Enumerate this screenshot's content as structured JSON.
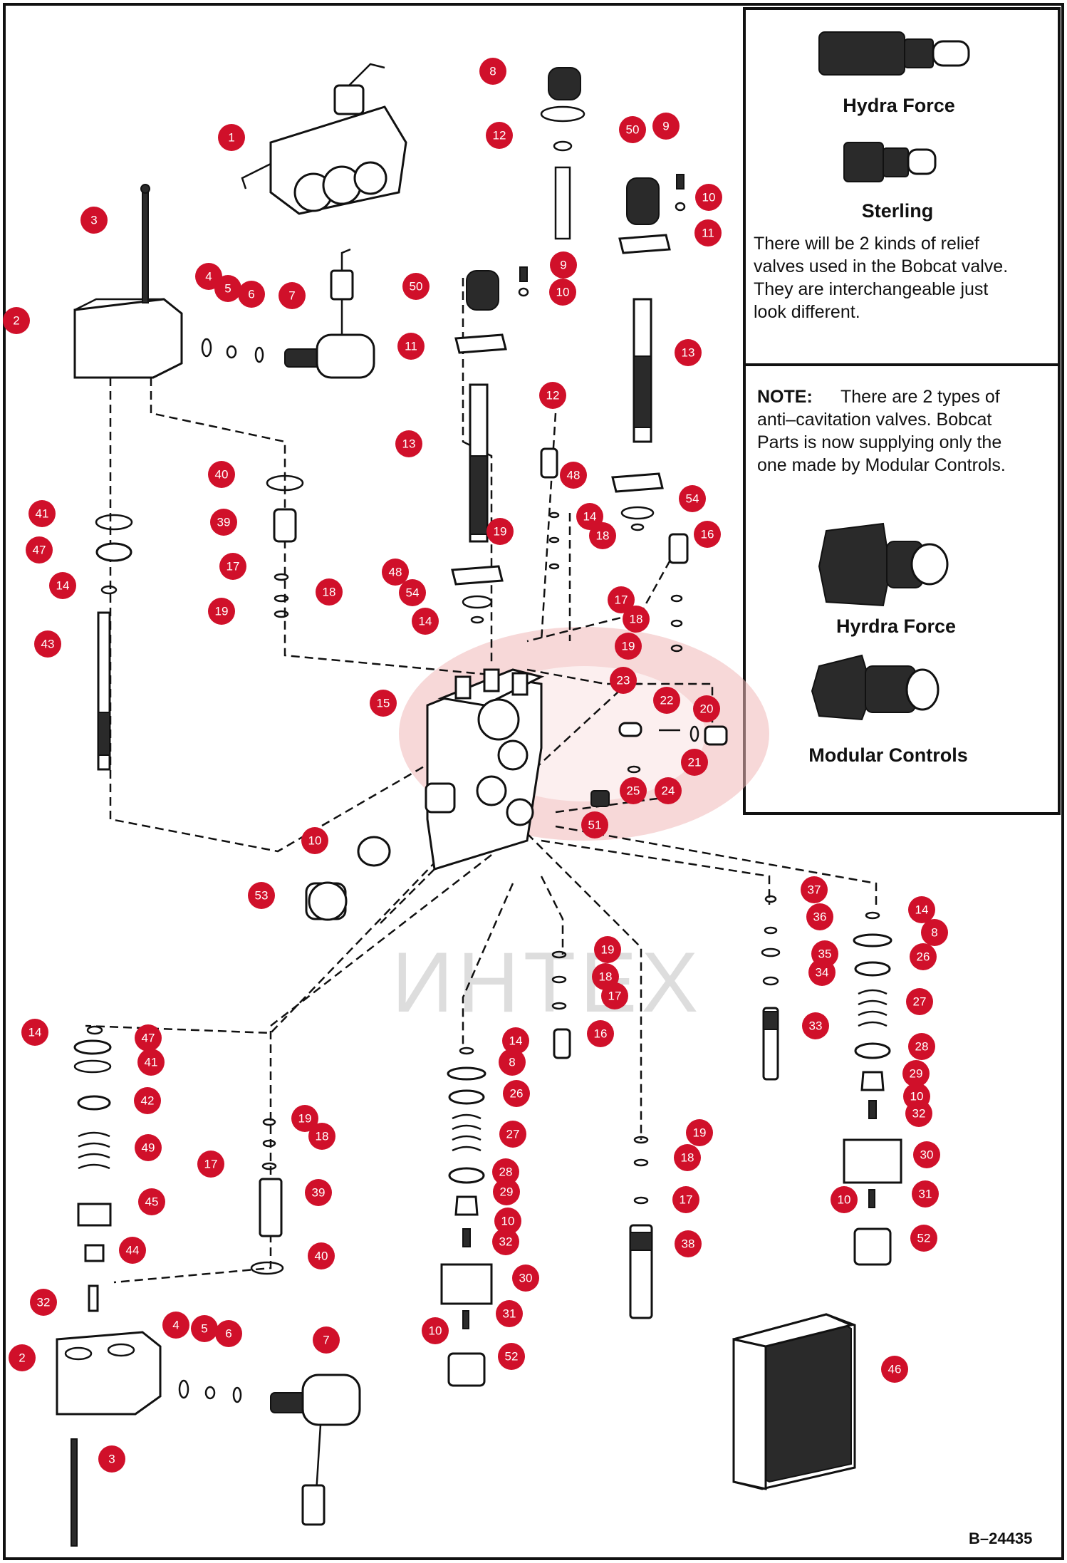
{
  "diagram": {
    "reference_number": "B–24435",
    "watermark_text": "ИНТЕХ"
  },
  "relief_panel": {
    "label_hydra_force": "Hydra Force",
    "label_sterling": "Sterling",
    "text": [
      "There will be 2 kinds of relief",
      "valves used in the Bobcat valve.",
      "They are interchangeable just",
      "look different."
    ]
  },
  "anticavitation_panel": {
    "note_label": "NOTE:",
    "text_first": "There are 2 types of",
    "text": [
      "anti–cavitation valves. Bobcat",
      "Parts is now supplying only the",
      "one made by Modular Controls."
    ],
    "label_hydra_force": "Hyrdra Force",
    "label_modular": "Modular Controls"
  },
  "callouts": [
    {
      "n": "1"
    },
    {
      "n": "3"
    },
    {
      "n": "2"
    },
    {
      "n": "4"
    },
    {
      "n": "5"
    },
    {
      "n": "6"
    },
    {
      "n": "7"
    },
    {
      "n": "8"
    },
    {
      "n": "12"
    },
    {
      "n": "50"
    },
    {
      "n": "9"
    },
    {
      "n": "10"
    },
    {
      "n": "11"
    },
    {
      "n": "50"
    },
    {
      "n": "9"
    },
    {
      "n": "10"
    },
    {
      "n": "11"
    },
    {
      "n": "13"
    },
    {
      "n": "13"
    },
    {
      "n": "12"
    },
    {
      "n": "48"
    },
    {
      "n": "54"
    },
    {
      "n": "16"
    },
    {
      "n": "14"
    },
    {
      "n": "18"
    },
    {
      "n": "19"
    },
    {
      "n": "40"
    },
    {
      "n": "39"
    },
    {
      "n": "17"
    },
    {
      "n": "18"
    },
    {
      "n": "19"
    },
    {
      "n": "41"
    },
    {
      "n": "47"
    },
    {
      "n": "14"
    },
    {
      "n": "43"
    },
    {
      "n": "48"
    },
    {
      "n": "54"
    },
    {
      "n": "14"
    },
    {
      "n": "17"
    },
    {
      "n": "18"
    },
    {
      "n": "19"
    },
    {
      "n": "23"
    },
    {
      "n": "15"
    },
    {
      "n": "22"
    },
    {
      "n": "20"
    },
    {
      "n": "21"
    },
    {
      "n": "25"
    },
    {
      "n": "24"
    },
    {
      "n": "51"
    },
    {
      "n": "10"
    },
    {
      "n": "53"
    },
    {
      "n": "37"
    },
    {
      "n": "36"
    },
    {
      "n": "35"
    },
    {
      "n": "34"
    },
    {
      "n": "33"
    },
    {
      "n": "14"
    },
    {
      "n": "8"
    },
    {
      "n": "26"
    },
    {
      "n": "27"
    },
    {
      "n": "28"
    },
    {
      "n": "29"
    },
    {
      "n": "10"
    },
    {
      "n": "32"
    },
    {
      "n": "30"
    },
    {
      "n": "31"
    },
    {
      "n": "10"
    },
    {
      "n": "52"
    },
    {
      "n": "19"
    },
    {
      "n": "18"
    },
    {
      "n": "17"
    },
    {
      "n": "16"
    },
    {
      "n": "14"
    },
    {
      "n": "8"
    },
    {
      "n": "26"
    },
    {
      "n": "27"
    },
    {
      "n": "28"
    },
    {
      "n": "29"
    },
    {
      "n": "10"
    },
    {
      "n": "32"
    },
    {
      "n": "30"
    },
    {
      "n": "31"
    },
    {
      "n": "10"
    },
    {
      "n": "52"
    },
    {
      "n": "19"
    },
    {
      "n": "18"
    },
    {
      "n": "17"
    },
    {
      "n": "38"
    },
    {
      "n": "14"
    },
    {
      "n": "47"
    },
    {
      "n": "41"
    },
    {
      "n": "42"
    },
    {
      "n": "49"
    },
    {
      "n": "45"
    },
    {
      "n": "44"
    },
    {
      "n": "32"
    },
    {
      "n": "19"
    },
    {
      "n": "18"
    },
    {
      "n": "17"
    },
    {
      "n": "39"
    },
    {
      "n": "40"
    },
    {
      "n": "4"
    },
    {
      "n": "5"
    },
    {
      "n": "6"
    },
    {
      "n": "2"
    },
    {
      "n": "7"
    },
    {
      "n": "3"
    },
    {
      "n": "46"
    }
  ]
}
